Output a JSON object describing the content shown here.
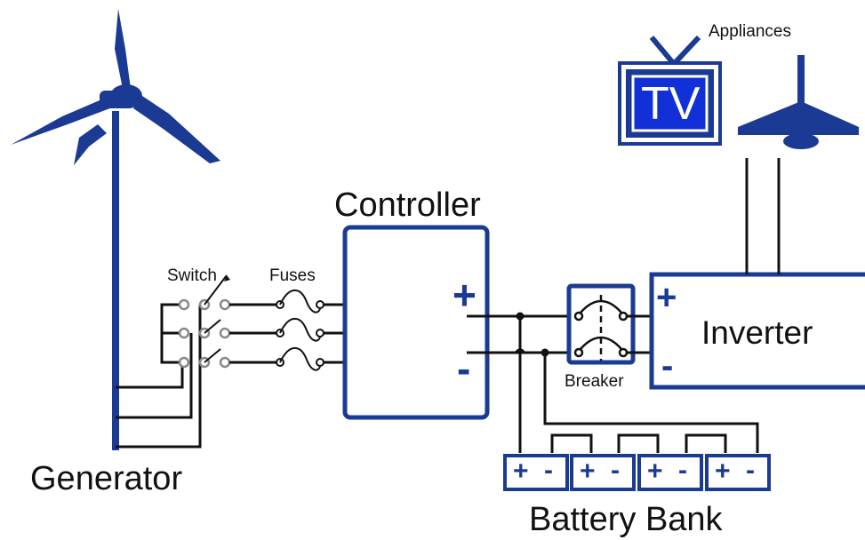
{
  "labels": {
    "generator": "Generator",
    "switch": "Switch",
    "fuses": "Fuses",
    "controller": "Controller",
    "breaker": "Breaker",
    "inverter": "Inverter",
    "appliances": "Appliances",
    "battery_bank": "Battery Bank",
    "tv": "TV"
  },
  "symbols": {
    "plus": "+",
    "minus": "-"
  },
  "battery_cells": [
    {
      "plus": "+",
      "minus": "-"
    },
    {
      "plus": "+",
      "minus": "-"
    },
    {
      "plus": "+",
      "minus": "-"
    },
    {
      "plus": "+",
      "minus": "-"
    }
  ],
  "colors": {
    "primary_blue": "#1a3a94",
    "tv_screen": "#1230d8",
    "wire": "#111111"
  }
}
